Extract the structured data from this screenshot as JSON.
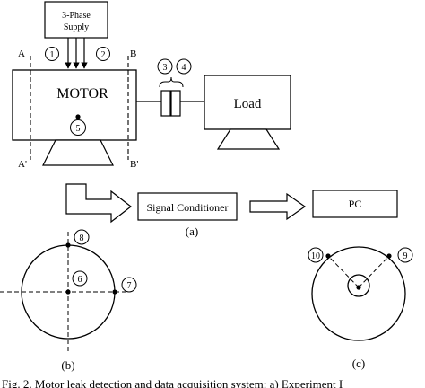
{
  "supply": {
    "line1": "3-Phase",
    "line2": "Supply"
  },
  "motor": {
    "label": "MOTOR"
  },
  "load": {
    "label": "Load"
  },
  "section_labels": {
    "a_top": "A",
    "a_bottom": "A'",
    "b_top": "B",
    "b_bottom": "B'"
  },
  "sensor_numbers": {
    "s1": "1",
    "s2": "2",
    "s3": "3",
    "s4": "4",
    "s5": "5",
    "s6": "6",
    "s7": "7",
    "s8": "8",
    "s9": "9",
    "s10": "10"
  },
  "signal_conditioner": {
    "label": "Signal Conditioner"
  },
  "pc": {
    "label": "PC"
  },
  "captions": {
    "a": "(a)",
    "b": "(b)",
    "c": "(c)"
  },
  "figure_caption": {
    "text": "Fig. 2. Motor leak detection and data acquisition system: a) Experiment I"
  }
}
